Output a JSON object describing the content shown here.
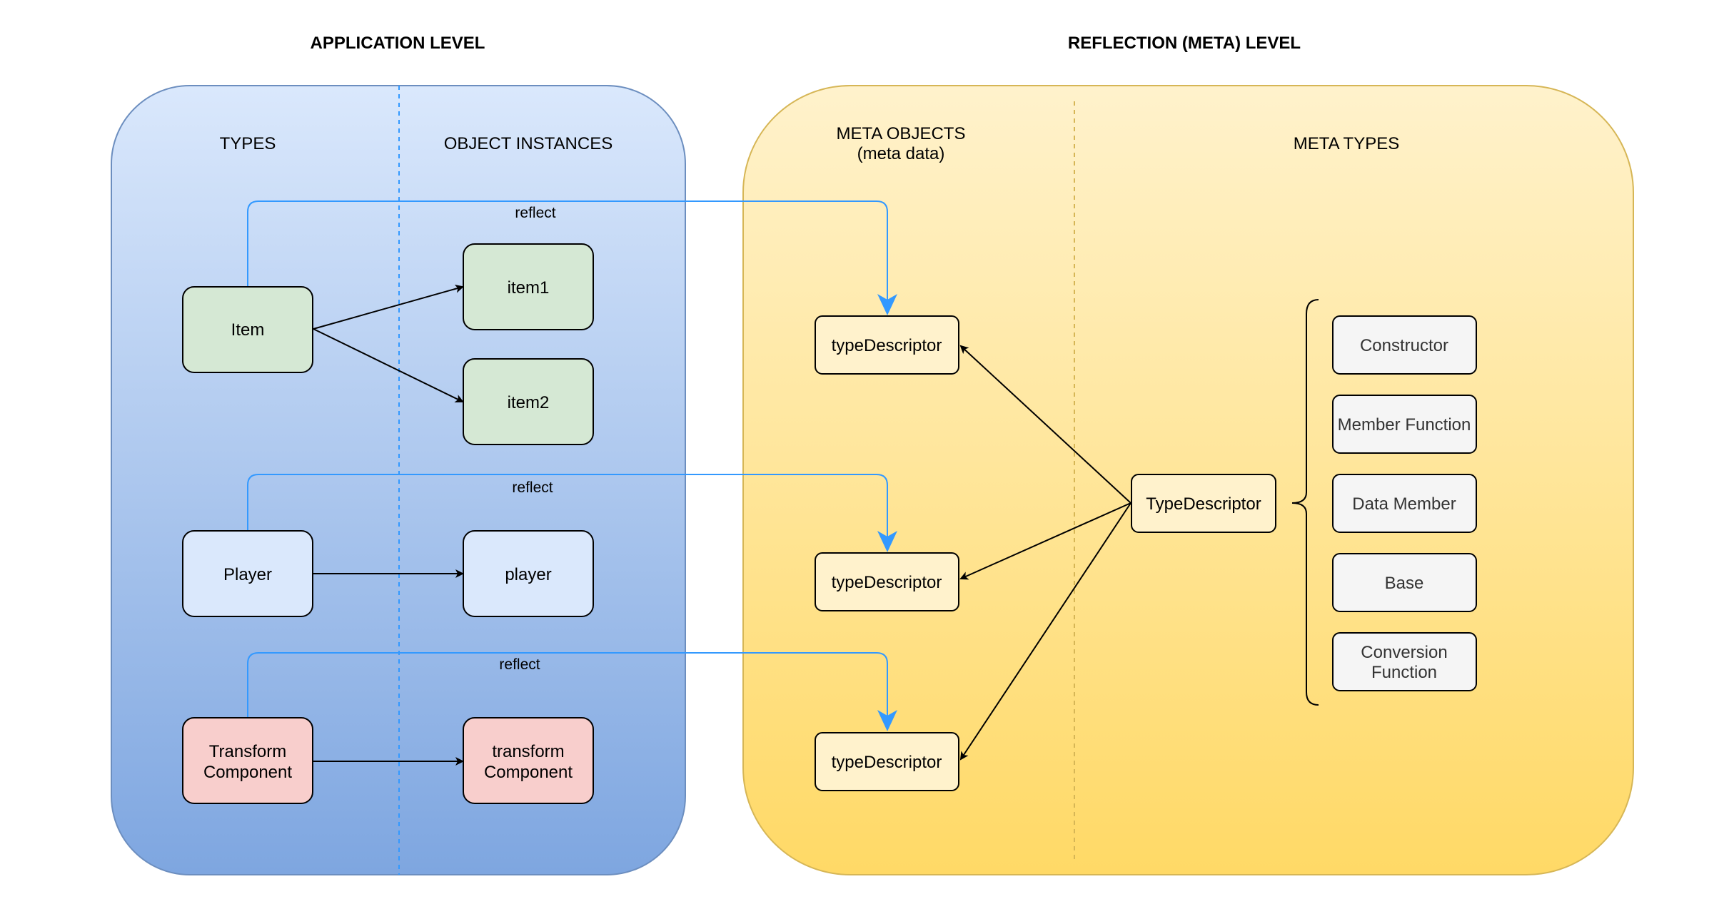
{
  "headings": {
    "application": "APPLICATION LEVEL",
    "reflection": "REFLECTION (META) LEVEL"
  },
  "columns": {
    "types": "TYPES",
    "instances": "OBJECT INSTANCES",
    "meta_objects": "META OBJECTS",
    "meta_objects_sub": "(meta data)",
    "meta_types": "META TYPES"
  },
  "types": {
    "item": "Item",
    "player": "Player",
    "transform_line1": "Transform",
    "transform_line2": "Component"
  },
  "instances": {
    "item1": "item1",
    "item2": "item2",
    "player": "player",
    "transform_line1": "transform",
    "transform_line2": "Component"
  },
  "meta_objects": [
    "typeDescriptor",
    "typeDescriptor",
    "typeDescriptor"
  ],
  "type_descriptor": "TypeDescriptor",
  "meta_types": {
    "constructor": "Constructor",
    "member_function": "Member Function",
    "data_member": "Data Member",
    "base": "Base",
    "conversion_line1": "Conversion",
    "conversion_line2": "Function"
  },
  "reflect_labels": [
    "reflect",
    "reflect",
    "reflect"
  ],
  "colors": {
    "app_panel_top": "#dae8fc",
    "app_panel_bottom": "#7ea6e0",
    "app_panel_border": "#6c8ebf",
    "meta_panel_top": "#fff2cc",
    "meta_panel_bottom": "#ffd966",
    "meta_panel_border": "#d6b656",
    "green_node": "#d5e8d4",
    "blue_node": "#dae8fc",
    "red_node": "#f8cecc",
    "yellow_node": "#fff2cc",
    "gray_node": "#f5f5f5",
    "reflect_line": "#3399ff"
  }
}
